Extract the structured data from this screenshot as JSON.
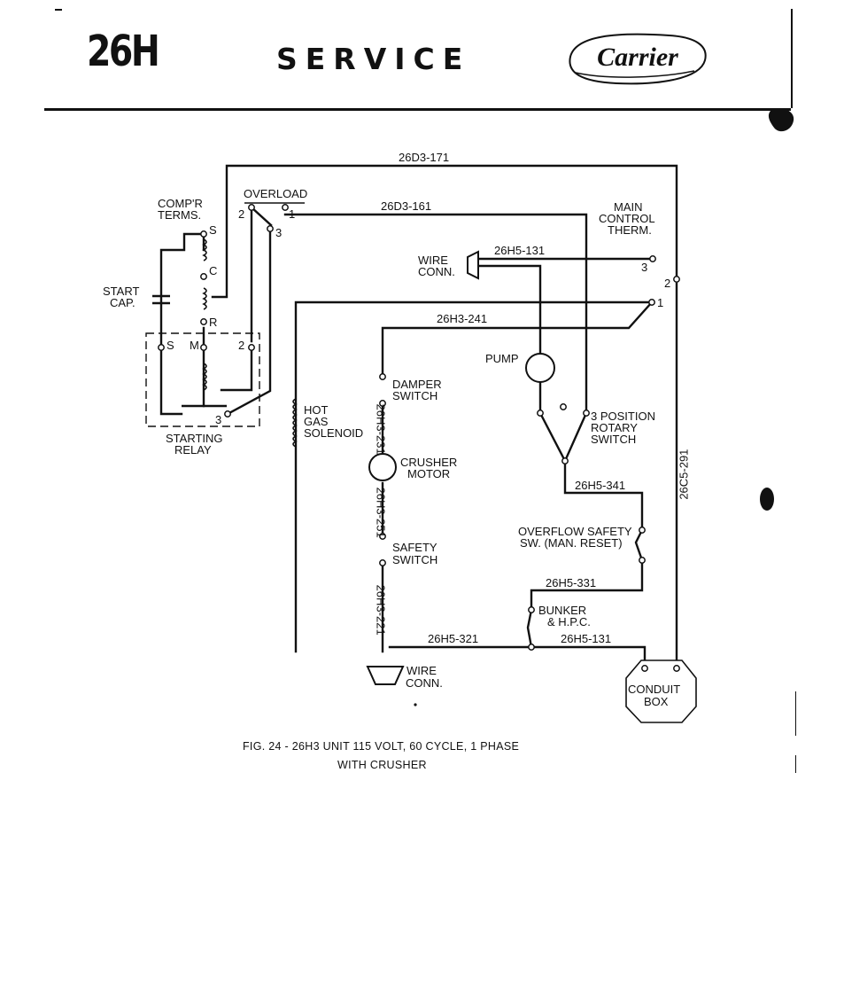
{
  "header": {
    "model": "26H",
    "title": "SERVICE",
    "brand": "Carrier"
  },
  "wires": {
    "top_loop": "26D3-171",
    "overload_to_therm": "26D3-161",
    "pump_feed": "26H5-131",
    "solenoid_feed": "26H3-241",
    "damper_crusher": "26H3-231",
    "crusher_safety": "26H3-251",
    "safety_connector": "26H3-221",
    "rotary_to_overflow": "26H5-341",
    "overflow_to_bunker": "26H5-331",
    "bunker_to_connector": "26H5-321",
    "bunker_to_box": "26H5-131",
    "box_return": "26C5-291"
  },
  "labels": {
    "comp_terms_1": "COMP'R",
    "comp_terms_2": "TERMS.",
    "overload": "OVERLOAD",
    "term_s": "S",
    "term_c": "C",
    "term_r": "R",
    "relay_s": "S",
    "relay_m": "M",
    "relay_2": "2",
    "relay_3": "3",
    "ol_2": "2",
    "ol_1": "1",
    "ol_3": "3",
    "start_cap_1": "START",
    "start_cap_2": "CAP.",
    "starting_relay_1": "STARTING",
    "starting_relay_2": "RELAY",
    "main_therm_1": "MAIN",
    "main_therm_2": "CONTROL",
    "main_therm_3": "THERM.",
    "therm_3": "3",
    "therm_2": "2",
    "therm_1": "1",
    "wire_conn_top_1": "WIRE",
    "wire_conn_top_2": "CONN.",
    "pump": "PUMP",
    "damper_1": "DAMPER",
    "damper_2": "SWITCH",
    "hot_gas_1": "HOT",
    "hot_gas_2": "GAS",
    "hot_gas_3": "SOLENOID",
    "crusher_1": "CRUSHER",
    "crusher_2": "MOTOR",
    "rotary_1": "3 POSITION",
    "rotary_2": "ROTARY",
    "rotary_3": "SWITCH",
    "overflow_1": "OVERFLOW SAFETY",
    "overflow_2": "SW. (MAN. RESET)",
    "safety_1": "SAFETY",
    "safety_2": "SWITCH",
    "bunker_1": "BUNKER",
    "bunker_2": "& H.P.C.",
    "wire_conn_bottom_1": "WIRE",
    "wire_conn_bottom_2": "CONN.",
    "conduit_1": "CONDUIT",
    "conduit_2": "BOX"
  },
  "caption": {
    "line1": "FIG. 24 - 26H3 UNIT 115 VOLT, 60 CYCLE, 1 PHASE",
    "line2": "WITH CRUSHER"
  }
}
